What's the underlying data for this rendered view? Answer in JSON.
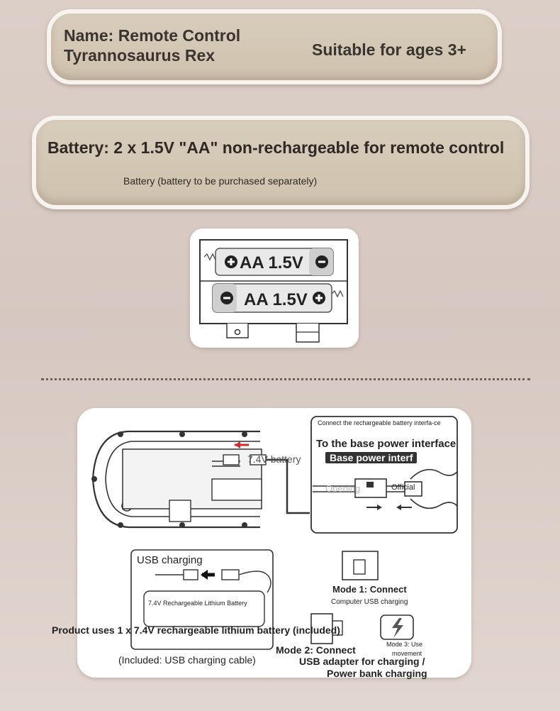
{
  "name_card": {
    "line1": "Name: Remote Control",
    "line2": "Tyrannosaurus Rex",
    "age": "Suitable for ages 3+"
  },
  "battery_card": {
    "title": "Battery: 2 x 1.5V \"AA\" non-rechargeable for remote control",
    "note": "Battery (battery to be purchased separately)"
  },
  "aa_battery": {
    "top_label": "AA 1.5V",
    "bottom_label": "AA 1.5V"
  },
  "diagram": {
    "battery_tag": "7.4V battery",
    "connect_small": "Connect the rechargeable battery interfa-ce",
    "base_title": "To the base power interface",
    "base_power": "Base power interf",
    "opening": "Opening",
    "official": "Official",
    "usb_charging": "USB charging",
    "lithium_label": "7.4V Rechargeable Lithium Battery",
    "mode1": "Mode 1: Connect",
    "mode1_sub": "Computer USB charging",
    "product_uses": "Product uses 1 x 7.4V rechargeable lithium battery (included)",
    "mode2": "Mode 2: Connect",
    "mode3_line1": "Mode 3: Use",
    "mode3_line2": "movement",
    "included_cable": "(Included: USB charging cable)",
    "usb_adapter": "USB adapter for charging /",
    "power_bank": "Power bank charging"
  },
  "colors": {
    "card_fill": "#d3c6b3",
    "background": "#dccfc8",
    "arrow_red": "#d12a2a"
  }
}
